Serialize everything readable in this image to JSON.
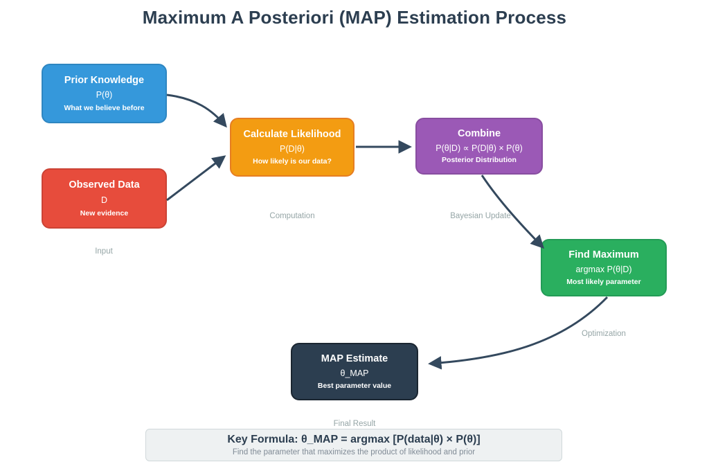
{
  "title": "Maximum A Posteriori (MAP) Estimation Process",
  "nodes": [
    {
      "id": "prior",
      "title": "Prior Knowledge",
      "formula": "P(θ)",
      "subtitle": "What we believe before",
      "color": "#3598db"
    },
    {
      "id": "observed",
      "title": "Observed Data",
      "formula": "D",
      "subtitle": "New evidence",
      "color": "#e74c3c"
    },
    {
      "id": "likelihood",
      "title": "Calculate Likelihood",
      "formula": "P(D|θ)",
      "subtitle": "How likely is our data?",
      "color": "#f39c12"
    },
    {
      "id": "combine",
      "title": "Combine",
      "formula": "P(θ|D) ∝ P(D|θ) × P(θ)",
      "subtitle": "Posterior Distribution",
      "color": "#9b59b6"
    },
    {
      "id": "maximum",
      "title": "Find Maximum",
      "formula": "argmax P(θ|D)",
      "subtitle": "Most likely parameter",
      "color": "#2aaf5f"
    },
    {
      "id": "estimate",
      "title": "MAP Estimate",
      "formula": "θ_MAP",
      "subtitle": "Best parameter value",
      "color": "#2c3e50"
    }
  ],
  "stage_labels": {
    "input": "Input",
    "computation": "Computation",
    "bayesian_update": "Bayesian Update",
    "optimization": "Optimization",
    "final_result": "Final Result"
  },
  "formula_panel": {
    "title": "Key Formula: θ_MAP = argmax [P(data|θ) × P(θ)]",
    "subtitle": "Find the parameter that maximizes the product of likelihood and prior"
  },
  "arrow_color": "#34495e",
  "title_color": "#2c3e50"
}
